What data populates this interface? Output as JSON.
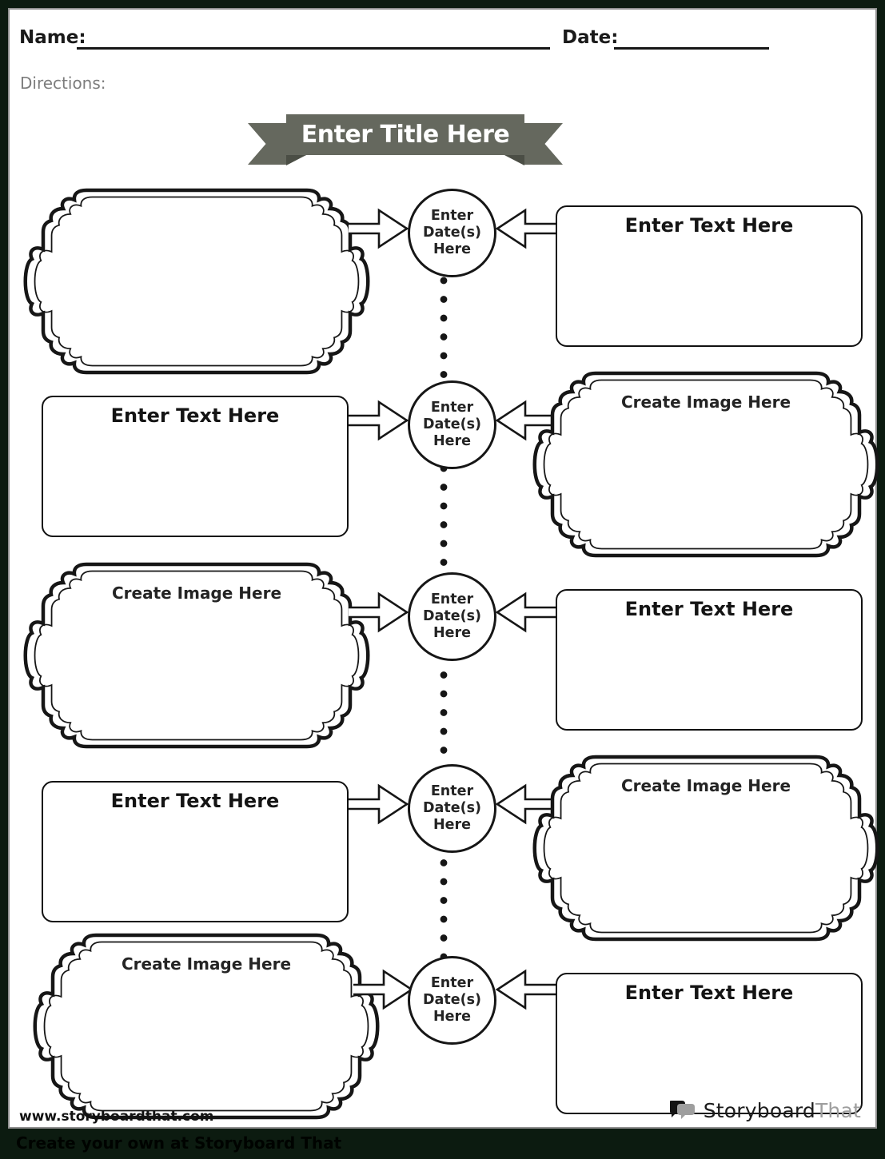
{
  "colors": {
    "surround": "#0c1b10",
    "page": "#ffffff",
    "ink": "#161616",
    "banner_band": "#65685e",
    "banner_fold": "#4b4e45",
    "muted_text": "#7d7d7d",
    "logo_gray": "#9e9e9e"
  },
  "header": {
    "name_label": "Name:",
    "date_label": "Date:",
    "directions_label": "Directions:"
  },
  "title_banner": {
    "text": "Enter Title Here"
  },
  "timeline": {
    "date_circle_label": "Enter\nDate(s)\nHere",
    "rows": [
      {
        "left": {
          "type": "image-frame",
          "label": ""
        },
        "right": {
          "type": "text-box",
          "label": "Enter Text Here"
        }
      },
      {
        "left": {
          "type": "text-box",
          "label": "Enter Text Here"
        },
        "right": {
          "type": "image-frame",
          "label": "Create Image Here"
        }
      },
      {
        "left": {
          "type": "image-frame",
          "label": "Create Image Here"
        },
        "right": {
          "type": "text-box",
          "label": "Enter Text Here"
        }
      },
      {
        "left": {
          "type": "text-box",
          "label": "Enter Text Here"
        },
        "right": {
          "type": "image-frame",
          "label": "Create Image Here"
        }
      },
      {
        "left": {
          "type": "image-frame",
          "label": "Create Image Here"
        },
        "right": {
          "type": "text-box",
          "label": "Enter Text Here"
        }
      }
    ]
  },
  "footer": {
    "site_url": "www.storyboardthat.com",
    "logo_primary": "Storyboard",
    "logo_secondary": "That",
    "promo_text": "Create your own at Storyboard That"
  }
}
